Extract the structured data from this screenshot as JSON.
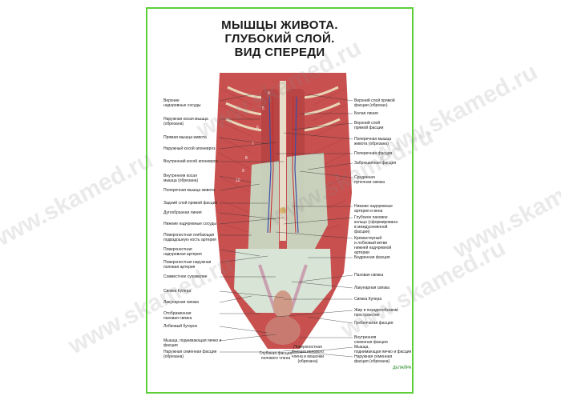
{
  "poster": {
    "title_lines": [
      "МЫШЦЫ ЖИВОТА.",
      "ГЛУБОКИЙ СЛОЙ.",
      "ВИД СПЕРЕДИ"
    ]
  },
  "labels_left": [
    "Верхние\nнадчревные сосуды",
    "Наружная косая мышца\n(обрезана)",
    "Прямая мышца живота",
    "Наружный косой апоневроз",
    "Внутренний косой апоневроз",
    "Внутренняя косая\nмышца (обрезана)",
    "Поперечная мышца живота",
    "Задний слой прямой фасции",
    "Дугообразная линия",
    "Нижние надчревные сосуды",
    "Поверхностная огибающая\nподвздошную кость артерия",
    "Поверхностная\nнадчревная артерия",
    "Поверхностная наружная\nполовая артерия",
    "Совместное сухожилие",
    "Связка Купера",
    "Лакунарная связка",
    "Отображенная\nпаховая связка",
    "Лобковый бугорок",
    "Мышца, поднимающая яичко и фасция",
    "Наружная семенная фасция (обрезана)"
  ],
  "labels_right": [
    "Верхний слой прямой\nфасции (обрезан)",
    "Белая линия",
    "Верхний слой\nпрямой фасции",
    "Поперечная мышца\nживота (обрезана)",
    "Поперечная фасция",
    "Забрюшинная фасция",
    "Срединная\nпупочная связка",
    "Нижние надчревные\nартерия и вена",
    "Глубокое паховое\nкольцо (сформирована\nв междусемянной\nфасции)",
    "Кремастерный\nи лобковый ветви\nнижней надчревной\nартерии",
    "Бедренная фасция",
    "Паховая связка",
    "Лакунарная связка",
    "Связка Купера",
    "Жир в позадилобковом\nпространстве",
    "Гребенчатая фасция",
    "Внутренняя\nсеменная фасция",
    "Мышца,\nподнимающая яичко и фасция",
    "Наружная семенная\nфасция (обрезана)"
  ],
  "labels_bottom": [
    "Глубокая фасция\nполового члена",
    "Поверхностная\nфасция полового\nчлена и мошонки\n(обрезана)"
  ],
  "rib_numbers": [
    "4",
    "5",
    "6",
    "7",
    "8",
    "9",
    "10"
  ],
  "watermark": "www.skamed.ru",
  "logo": "ДЕЛАЙРА",
  "colors": {
    "frame": "#5ccf3a",
    "muscle": "#c8504f",
    "fascia": "#c9e6cf",
    "bone": "#e9d6b8"
  }
}
